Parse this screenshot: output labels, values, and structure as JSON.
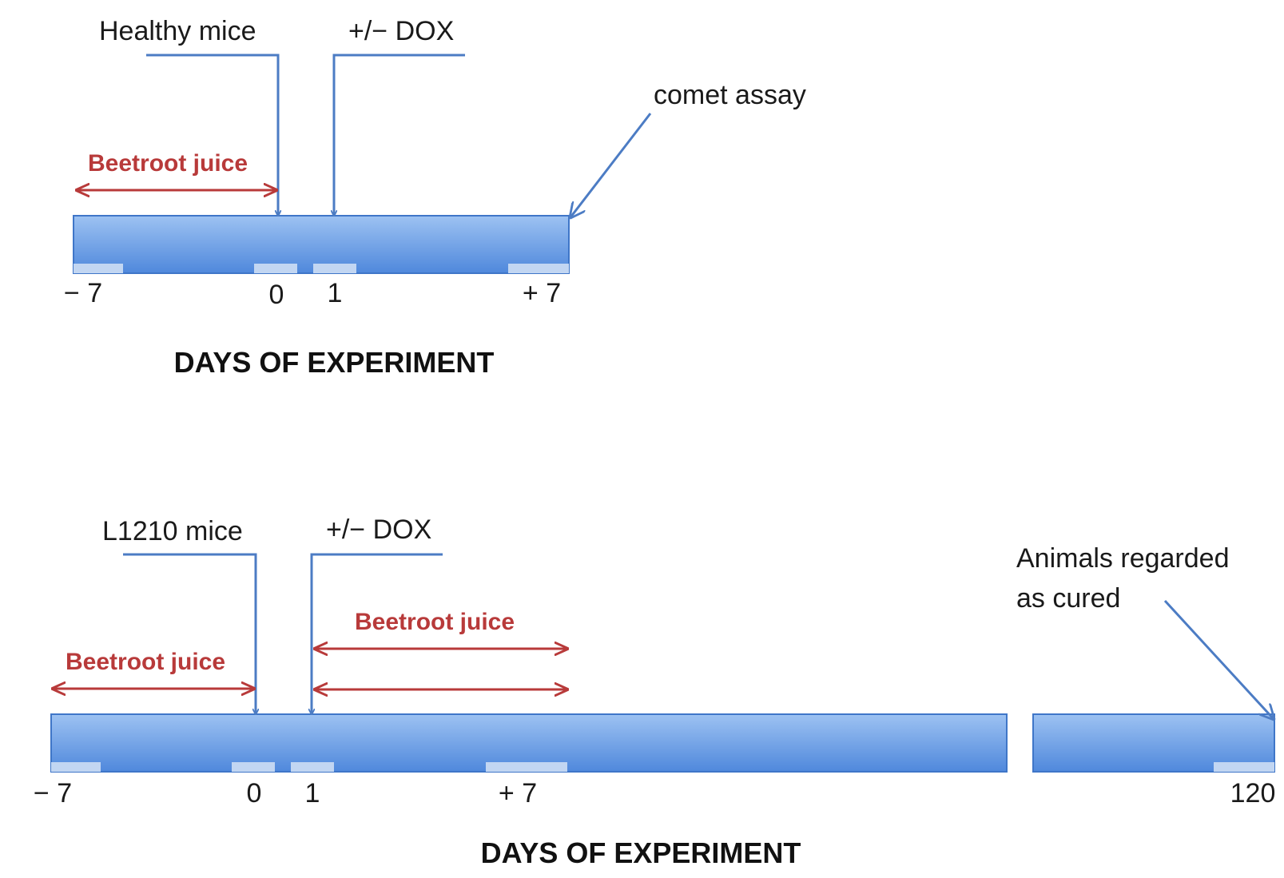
{
  "colors": {
    "bar_light": "#9dc2f2",
    "bar_dark": "#4f88dc",
    "bar_edge": "#3f76c8",
    "tab": "#c2d6f2",
    "arrow_blue": "#4c7cc4",
    "arrow_red": "#b83a3a"
  },
  "panel1": {
    "entry_label": "Healthy mice",
    "dox_label": "+/− DOX",
    "endpoint_label": "comet assay",
    "juice_label": "Beetroot juice",
    "ticks": [
      "− 7",
      "0",
      "1",
      "+ 7"
    ],
    "axis_title": "DAYS OF EXPERIMENT"
  },
  "panel2": {
    "entry_label": "L1210 mice",
    "dox_label": "+/− DOX",
    "endpoint_label_line1": "Animals regarded",
    "endpoint_label_line2": "as cured",
    "juice_label_pre": "Beetroot juice",
    "juice_label_post": "Beetroot juice",
    "ticks": [
      "− 7",
      "0",
      "1",
      "+ 7",
      "120"
    ],
    "axis_title": "DAYS OF EXPERIMENT"
  }
}
